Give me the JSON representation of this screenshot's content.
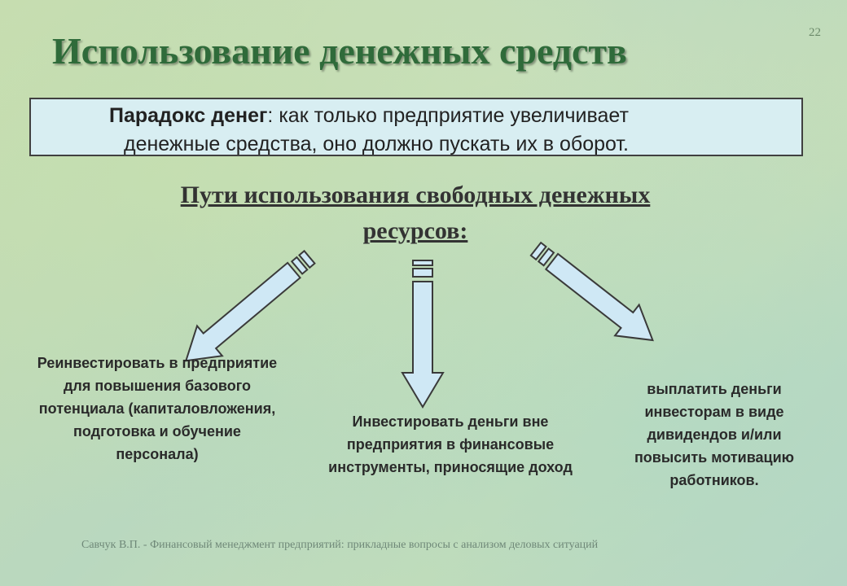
{
  "slide": {
    "number": "22",
    "title": "Использование денежных средств"
  },
  "paradox": {
    "term": "Парадокс денег",
    "text_line1": ": как только предприятие увеличивает",
    "text_line2": "денежные средства, оно должно пускать их в оборот."
  },
  "subtitle": {
    "line1": "Пути использования свободных денежных",
    "line2": "ресурсов:"
  },
  "options": {
    "left": {
      "lines": [
        "Реинвестировать в предприятие",
        "для повышения базового",
        "потенциала (капиталовложения,",
        "подготовка и обучение",
        "персонала)"
      ]
    },
    "middle": {
      "lines": [
        "Инвестировать деньги вне",
        "предприятия в финансовые",
        "инструменты, приносящие доход"
      ]
    },
    "right": {
      "lines": [
        "выплатить деньги",
        "инвесторам в виде",
        "дивидендов и/или",
        "повысить мотивацию",
        "работников."
      ]
    }
  },
  "footer": {
    "text": "Савчук В.П. - Финансовый менеджмент предприятий: прикладные вопросы с анализом деловых ситуаций"
  },
  "colors": {
    "title": "#2f6b3a",
    "box_fill": "#d8eef2",
    "arrow_fill": "#cfe8f5",
    "arrow_stroke": "#3a3a3a"
  }
}
